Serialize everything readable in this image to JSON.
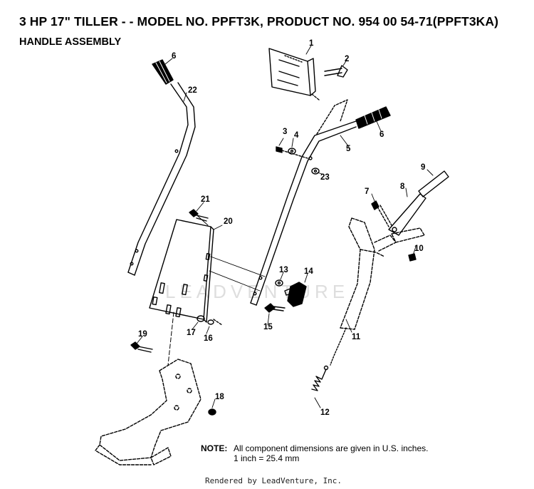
{
  "header": {
    "title": "3 HP 17\" TILLER - - MODEL NO. PPFT3K, PRODUCT NO. 954 00 54-71(PPFT3KA)",
    "subtitle": "HANDLE ASSEMBLY"
  },
  "callouts": [
    {
      "id": "c1",
      "label": "1"
    },
    {
      "id": "c2",
      "label": "2"
    },
    {
      "id": "c3",
      "label": "3"
    },
    {
      "id": "c4",
      "label": "4"
    },
    {
      "id": "c5",
      "label": "5"
    },
    {
      "id": "c6a",
      "label": "6"
    },
    {
      "id": "c6b",
      "label": "6"
    },
    {
      "id": "c7",
      "label": "7"
    },
    {
      "id": "c8",
      "label": "8"
    },
    {
      "id": "c9",
      "label": "9"
    },
    {
      "id": "c10",
      "label": "10"
    },
    {
      "id": "c11",
      "label": "11"
    },
    {
      "id": "c12",
      "label": "12"
    },
    {
      "id": "c13",
      "label": "13"
    },
    {
      "id": "c14",
      "label": "14"
    },
    {
      "id": "c15",
      "label": "15"
    },
    {
      "id": "c16",
      "label": "16"
    },
    {
      "id": "c17",
      "label": "17"
    },
    {
      "id": "c18",
      "label": "18"
    },
    {
      "id": "c19",
      "label": "19"
    },
    {
      "id": "c20",
      "label": "20"
    },
    {
      "id": "c21",
      "label": "21"
    },
    {
      "id": "c22",
      "label": "22"
    },
    {
      "id": "c23",
      "label": "23"
    }
  ],
  "note": {
    "label": "NOTE:",
    "line1": "All component dimensions are given in U.S. inches.",
    "line2": "1 inch = 25.4 mm"
  },
  "watermark": "LEADVENTURE",
  "footer": "Rendered by LeadVenture, Inc."
}
